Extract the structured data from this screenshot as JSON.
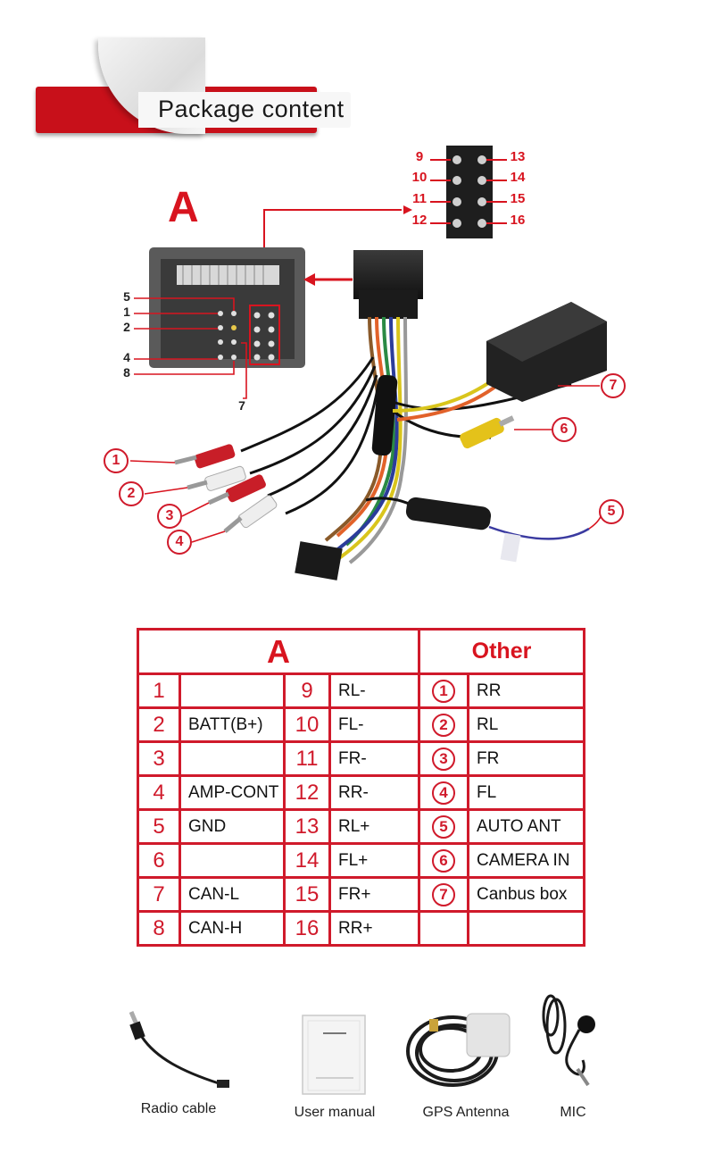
{
  "header": {
    "title": "Package content"
  },
  "diagram": {
    "label": "A",
    "connector_pins": [
      "9",
      "10",
      "11",
      "12",
      "13",
      "14",
      "15",
      "16"
    ],
    "side_labels": [
      "5",
      "1",
      "2",
      "4",
      "8",
      "7"
    ],
    "callouts": [
      "1",
      "2",
      "3",
      "4",
      "5",
      "6",
      "7"
    ]
  },
  "table": {
    "header_a": "A",
    "header_other": "Other",
    "rows": [
      {
        "n1": "1",
        "l1": "",
        "n2": "9",
        "l2": "RL-",
        "c": "1",
        "o": "RR"
      },
      {
        "n1": "2",
        "l1": "BATT(B+)",
        "n2": "10",
        "l2": "FL-",
        "c": "2",
        "o": "RL"
      },
      {
        "n1": "3",
        "l1": "",
        "n2": "11",
        "l2": "FR-",
        "c": "3",
        "o": "FR"
      },
      {
        "n1": "4",
        "l1": "AMP-CONT",
        "n2": "12",
        "l2": "RR-",
        "c": "4",
        "o": "FL"
      },
      {
        "n1": "5",
        "l1": "GND",
        "n2": "13",
        "l2": "RL+",
        "c": "5",
        "o": "AUTO ANT"
      },
      {
        "n1": "6",
        "l1": "",
        "n2": "14",
        "l2": "FL+",
        "c": "6",
        "o": "CAMERA IN"
      },
      {
        "n1": "7",
        "l1": "CAN-L",
        "n2": "15",
        "l2": "FR+",
        "c": "7",
        "o": "Canbus box"
      },
      {
        "n1": "8",
        "l1": "CAN-H",
        "n2": "16",
        "l2": "RR+",
        "c": "",
        "o": ""
      }
    ]
  },
  "accessories": [
    {
      "label": "Radio cable",
      "icon": "radio-cable-icon"
    },
    {
      "label": "User manual",
      "icon": "user-manual-icon"
    },
    {
      "label": "GPS Antenna",
      "icon": "gps-antenna-icon"
    },
    {
      "label": "MIC",
      "icon": "microphone-icon"
    }
  ],
  "colors": {
    "accent": "#d01a2b",
    "label_red": "#d8141f",
    "connector": "#2b2b2b"
  }
}
